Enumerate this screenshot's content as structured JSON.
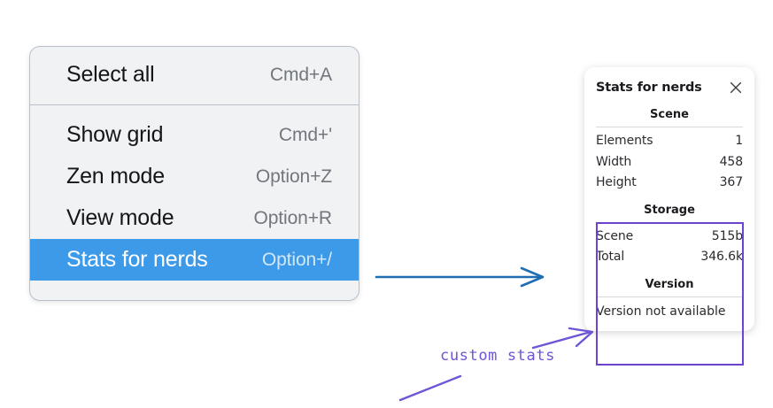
{
  "context_menu": {
    "groups": [
      {
        "items": [
          {
            "label": "Select all",
            "shortcut": "Cmd+A",
            "selected": false
          }
        ]
      },
      {
        "items": [
          {
            "label": "Show grid",
            "shortcut": "Cmd+'",
            "selected": false
          },
          {
            "label": "Zen mode",
            "shortcut": "Option+Z",
            "selected": false
          },
          {
            "label": "View mode",
            "shortcut": "Option+R",
            "selected": false
          },
          {
            "label": "Stats for nerds",
            "shortcut": "Option+/",
            "selected": true
          }
        ]
      }
    ],
    "selected_color": "#3c9ae8"
  },
  "stats_panel": {
    "title": "Stats for nerds",
    "close_icon": "close-icon",
    "sections": [
      {
        "heading": "Scene",
        "rows": [
          {
            "key": "Elements",
            "value": "1"
          },
          {
            "key": "Width",
            "value": "458"
          },
          {
            "key": "Height",
            "value": "367"
          }
        ]
      },
      {
        "heading": "Storage",
        "rows": [
          {
            "key": "Scene",
            "value": "515b"
          },
          {
            "key": "Total",
            "value": "346.6k"
          }
        ]
      },
      {
        "heading": "Version",
        "note": "Version not available"
      }
    ],
    "highlight_color": "#6f42cf"
  },
  "annotations": {
    "handwritten_label": "custom stats",
    "blue_arrow_color": "#1f6eb4",
    "purple_color": "#6f55d6"
  }
}
